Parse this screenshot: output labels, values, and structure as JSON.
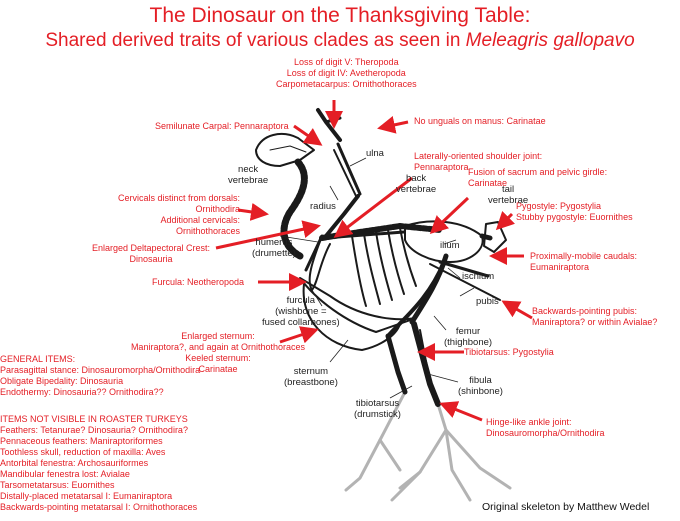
{
  "title": {
    "line1": "The Dinosaur on the Thanksgiving Table:",
    "line2_prefix": "Shared derived traits of various clades as seen in ",
    "line2_species": "Meleagris gallopavo"
  },
  "colors": {
    "accent": "#e41e25",
    "skeleton": "#1a1a1a",
    "leg_gray": "#b3b3b3"
  },
  "annotations": {
    "digits": [
      "Loss of digit V: Theropoda",
      "Loss of digit IV: Avetheropoda",
      "Carpometacarpus: Ornithothoraces"
    ],
    "semilunate": "Semilunate Carpal: Pennaraptora",
    "unguals": "No unguals on manus: Carinatae",
    "shoulder": [
      "Laterally-oriented shoulder joint:",
      "Pennaraptora"
    ],
    "sacrum": [
      "Fusion of sacrum and pelvic girdle:",
      "Carinatae"
    ],
    "cervicals": [
      "Cervicals distinct from dorsals:",
      "Ornithodira",
      "Additional cervicals:",
      "Ornithothoraces"
    ],
    "pygostyle": [
      "Pygostyle: Pygostylia",
      "Stubby pygostyle: Euornithes"
    ],
    "deltapectoral": [
      "Enlarged Deltapectoral Crest:",
      "Dinosauria"
    ],
    "caudals": [
      "Proximally-mobile caudals:",
      "Eumaniraptora"
    ],
    "furcula": "Furcula: Neotheropoda",
    "pubis": [
      "Backwards-pointing pubis:",
      "Maniraptora? or within Avialae?"
    ],
    "sternum": [
      "Enlarged sternum:",
      "Maniraptora?, and again at Ornithothoraces",
      "Keeled sternum:",
      "Carinatae"
    ],
    "tibiotarsus": "Tibiotarsus: Pygostylia",
    "ankle": [
      "Hinge-like ankle joint:",
      "Dinosauromorpha/Ornithodira"
    ]
  },
  "bone_labels": {
    "neck": [
      "neck",
      "vertebrae"
    ],
    "ulna": "ulna",
    "back": [
      "back",
      "vertebrae"
    ],
    "tail": [
      "tail",
      "vertebrae"
    ],
    "radius": "radius",
    "ilium": "ilium",
    "humerus": [
      "humerus",
      "(drumette)"
    ],
    "ischium": "ischium",
    "pubis": "pubis",
    "furcula": [
      "furcula",
      "(wishbone =",
      "fused collarbones)"
    ],
    "femur": [
      "femur",
      "(thighbone)"
    ],
    "sternum": [
      "sternum",
      "(breastbone)"
    ],
    "fibula": [
      "fibula",
      "(shinbone)"
    ],
    "tibiotarsus": [
      "tibiotarsus",
      "(drumstick)"
    ]
  },
  "general": {
    "heading": "GENERAL ITEMS:",
    "items": [
      "Parasagittal stance: Dinosauromorpha/Ornithodira",
      "Obligate Bipedality: Dinosauria",
      "Endothermy: Dinosauria?? Ornithodira??"
    ]
  },
  "not_visible": {
    "heading": "ITEMS NOT VISIBLE IN ROASTER TURKEYS",
    "items": [
      "Feathers: Tetanurae? Dinosauria? Ornithodira?",
      "Pennaceous feathers: Maniraptoriformes",
      "Toothless skull, reduction of maxilla: Aves",
      "Antorbital fenestra: Archosauriformes",
      "Mandibular fenestra lost: Avialae",
      "Tarsometatarsus: Euornithes",
      "Distally-placed metatarsal I: Eumaniraptora",
      "Backwards-pointing metatarsal I: Ornithothoraces"
    ]
  },
  "credit": "Original skeleton by Matthew Wedel"
}
